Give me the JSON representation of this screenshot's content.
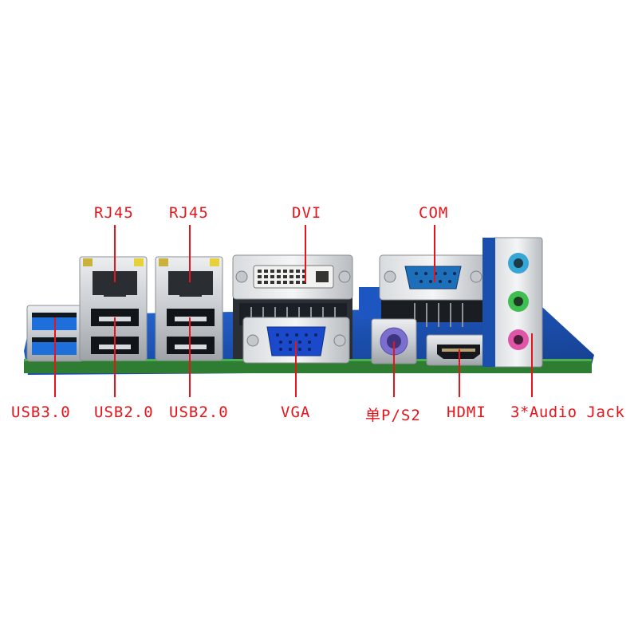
{
  "callouts": {
    "rj45_a": "RJ45",
    "rj45_b": "RJ45",
    "dvi": "DVI",
    "com": "COM",
    "usb30": "USB3.0",
    "usb20_a": "USB2.0",
    "usb20_b": "USB2.0",
    "vga": "VGA",
    "ps2": "单P/S2",
    "hdmi": "HDMI",
    "audio": "3*Audio Jack"
  },
  "colors": {
    "label": "#e8141b",
    "pcb": "#1b4fae",
    "pcb_green": "#2e7d32",
    "usb3_blue": "#1e6fd9",
    "vga_blue": "#1a49c9",
    "audio_blue": "#36a6d6",
    "audio_green": "#3fbf4f",
    "audio_pink": "#e055a8",
    "metal": "#c9ccd0"
  }
}
